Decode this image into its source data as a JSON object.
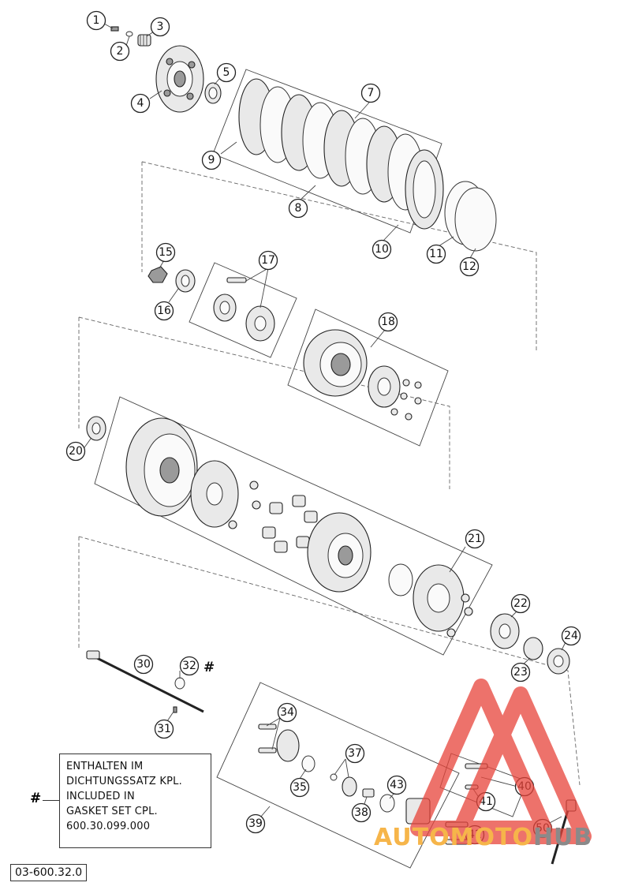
{
  "diagram": {
    "callouts": [
      "1",
      "2",
      "3",
      "4",
      "5",
      "7",
      "8",
      "9",
      "10",
      "11",
      "12",
      "15",
      "16",
      "17",
      "18",
      "20",
      "21",
      "22",
      "23",
      "24",
      "30",
      "31",
      "32",
      "34",
      "35",
      "37",
      "38",
      "39",
      "40",
      "41",
      "42",
      "43",
      "50"
    ],
    "hash_mark": "#",
    "note_lines": [
      "ENTHALTEN IM",
      "DICHTUNGSSATZ KPL.",
      "INCLUDED IN",
      "GASKET SET CPL.",
      "600.30.099.000"
    ],
    "reference_code": "03-600.32.0"
  },
  "watermark": {
    "part_a": "AUTOMOTO",
    "part_b": "HUB",
    "color_triangle": "#e8443a",
    "color_text_a": "#f6b54a",
    "color_text_b": "#8a8a8a"
  }
}
